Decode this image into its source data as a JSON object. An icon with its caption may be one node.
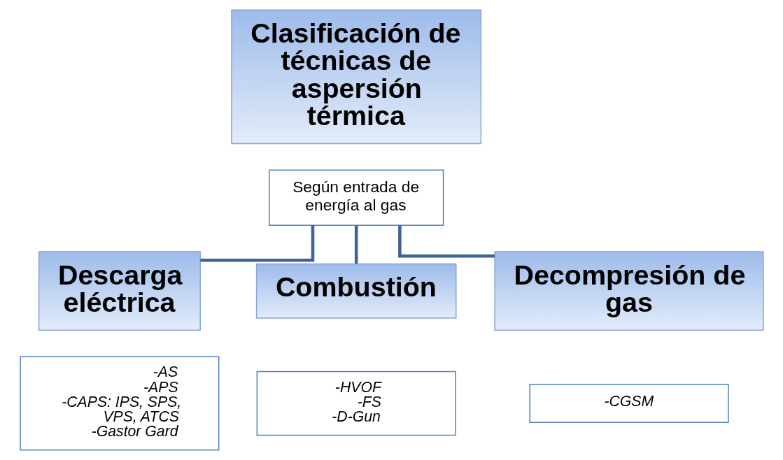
{
  "diagram": {
    "nodes": [
      {
        "text": [
          "Clasificación de técnicas de aspersión térmica"
        ]
      },
      {
        "text": [
          "Según entrada de energía al gas"
        ]
      },
      {
        "text": [
          "Descarga eléctrica"
        ]
      },
      {
        "text": [
          "-AS",
          "-APS",
          "-CAPS: IPS, SPS, VPS, ATCS",
          "-Gastor Gard"
        ]
      },
      {
        "text": [
          "Combustión"
        ]
      },
      {
        "text": [
          "-HVOF",
          "-FS",
          "-D-Gun"
        ]
      },
      {
        "text": [
          "Decompresión de gas"
        ]
      },
      {
        "text": [
          "-CGSM"
        ]
      }
    ],
    "edges": [
      {
        "from": 1,
        "to": 2,
        "arrow": "none"
      },
      {
        "from": 1,
        "to": 4,
        "arrow": "none"
      },
      {
        "from": 1,
        "to": 6,
        "arrow": "none"
      }
    ]
  }
}
